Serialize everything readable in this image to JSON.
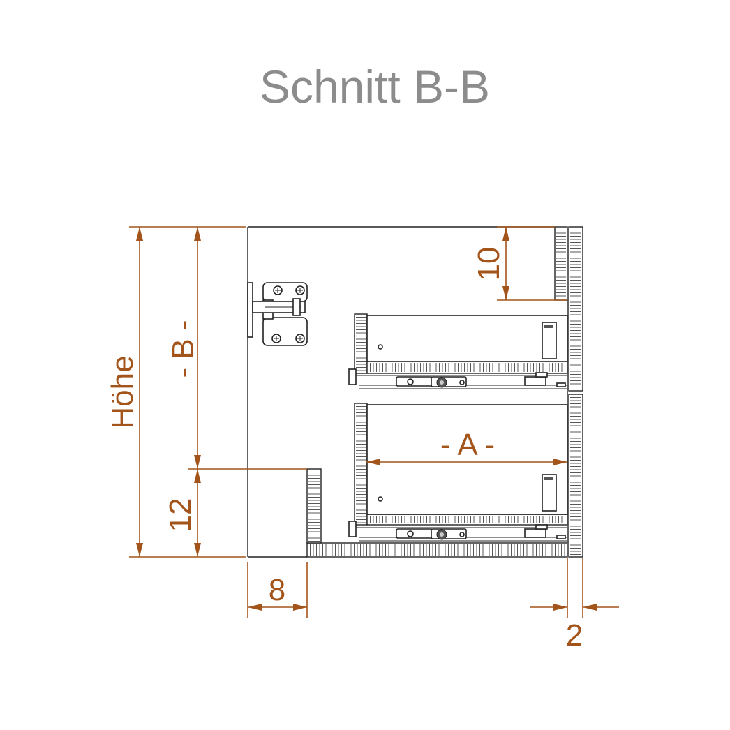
{
  "title": "Schnitt B-B",
  "dimensions": {
    "height_label": "Höhe",
    "b_label": "- B -",
    "a_label": "- A -",
    "plinth_height": "12",
    "top_gap": "10",
    "plinth_depth": "8",
    "front_gap": "2"
  },
  "colors": {
    "dimension": "#a3541a",
    "title": "#8c8c8c",
    "outline": "#222222",
    "background": "#ffffff"
  }
}
